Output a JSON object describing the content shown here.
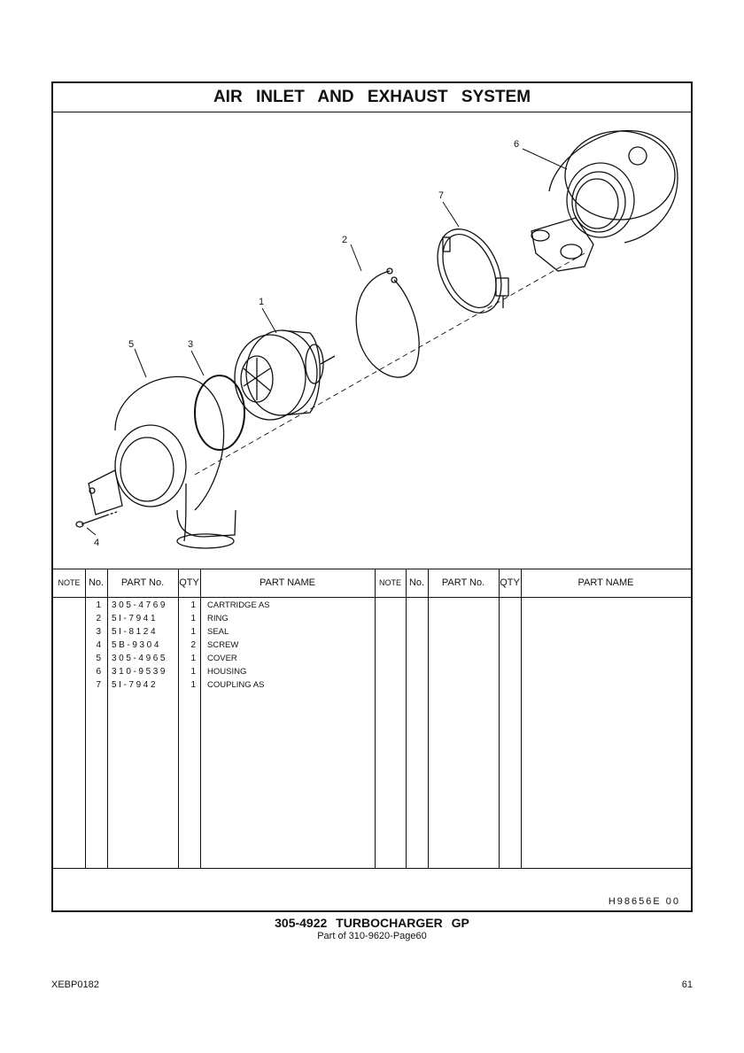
{
  "title": "AIR INLET AND EXHAUST SYSTEM",
  "callouts": [
    "1",
    "2",
    "3",
    "4",
    "5",
    "6",
    "7"
  ],
  "table": {
    "headers": {
      "note": "NOTE",
      "no": "No.",
      "part_no": "PART No.",
      "qty": "QTY",
      "part_name": "PART NAME"
    },
    "rows": [
      {
        "no": "1",
        "part_no": "305-4769",
        "qty": "1",
        "name": "CARTRIDGE AS"
      },
      {
        "no": "2",
        "part_no": "5I-7941",
        "qty": "1",
        "name": "RING"
      },
      {
        "no": "3",
        "part_no": "5I-8124",
        "qty": "1",
        "name": "SEAL"
      },
      {
        "no": "4",
        "part_no": "5B-9304",
        "qty": "2",
        "name": "SCREW"
      },
      {
        "no": "5",
        "part_no": "305-4965",
        "qty": "1",
        "name": "COVER"
      },
      {
        "no": "6",
        "part_no": "310-9539",
        "qty": "1",
        "name": "HOUSING"
      },
      {
        "no": "7",
        "part_no": "5I-7942",
        "qty": "1",
        "name": "COUPLING AS"
      }
    ]
  },
  "illustration_code": "H98656E  00",
  "group_title": "305-4922 TURBOCHARGER GP",
  "group_subtitle": "Part of 310-9620-Page60",
  "doc_id": "XEBP0182",
  "page_number": "61"
}
